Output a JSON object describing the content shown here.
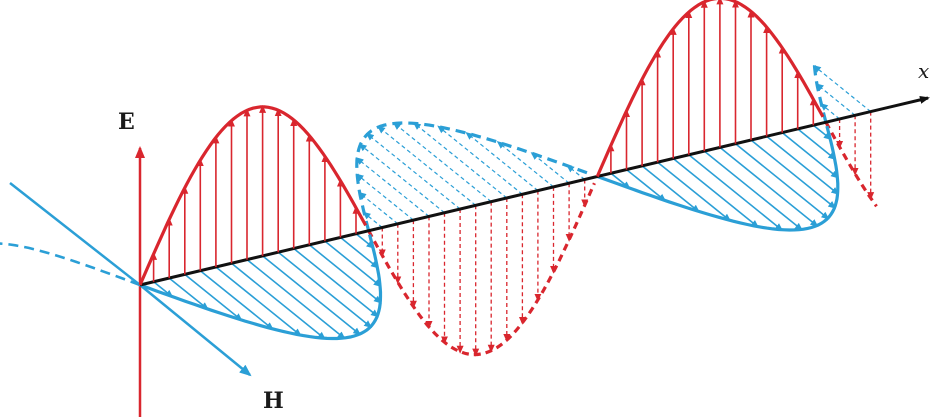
{
  "labels": {
    "e_axis": "E",
    "h_axis": "H",
    "x_axis": "x"
  },
  "colors": {
    "electric_field": "#d9262e",
    "magnetic_field": "#2b9fd6",
    "propagation_axis": "#111111",
    "background": "#ffffff"
  }
}
